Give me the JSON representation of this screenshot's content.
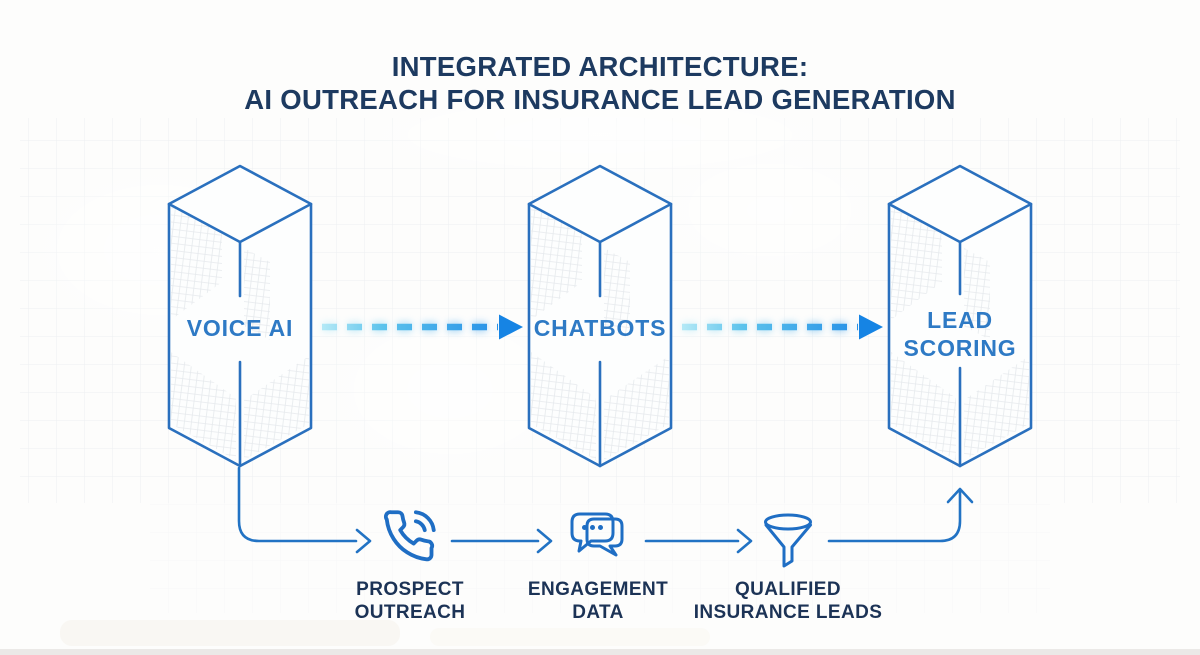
{
  "title": {
    "line1": "INTEGRATED ARCHITECTURE:",
    "line2": "AI OUTREACH FOR INSURANCE LEAD GENERATION"
  },
  "boxes": [
    {
      "id": "voice-ai",
      "label_lines": [
        "VOICE AI"
      ]
    },
    {
      "id": "chatbots",
      "label_lines": [
        "CHATBOTS"
      ]
    },
    {
      "id": "lead-scoring",
      "label_lines": [
        "LEAD",
        "SCORING"
      ]
    }
  ],
  "box_connectors": [
    {
      "from": "voice-ai",
      "to": "chatbots",
      "style": "dashed-gradient-arrow"
    },
    {
      "from": "chatbots",
      "to": "lead-scoring",
      "style": "dashed-gradient-arrow"
    }
  ],
  "flow_steps": [
    {
      "icon": "phone-call-icon",
      "label_lines": [
        "PROSPECT",
        "OUTREACH"
      ]
    },
    {
      "icon": "chat-bubbles-icon",
      "label_lines": [
        "ENGAGEMENT",
        "DATA"
      ]
    },
    {
      "icon": "funnel-icon",
      "label_lines": [
        "QUALIFIED",
        "INSURANCE LEADS"
      ]
    }
  ],
  "colors": {
    "background": "#fdfdfc",
    "grid_line": "#dfe5ea",
    "box_outline": "#2a70be",
    "box_label": "#2e7ac5",
    "title_text": "#1d3a60",
    "flow_line": "#2273c4",
    "flow_label": "#1c3356",
    "dash_gradient_start": "#b4e9f6",
    "dash_gradient_end": "#1b86e6",
    "arrowhead": "#1684e4",
    "icon_stroke": "#1f6ec4"
  }
}
